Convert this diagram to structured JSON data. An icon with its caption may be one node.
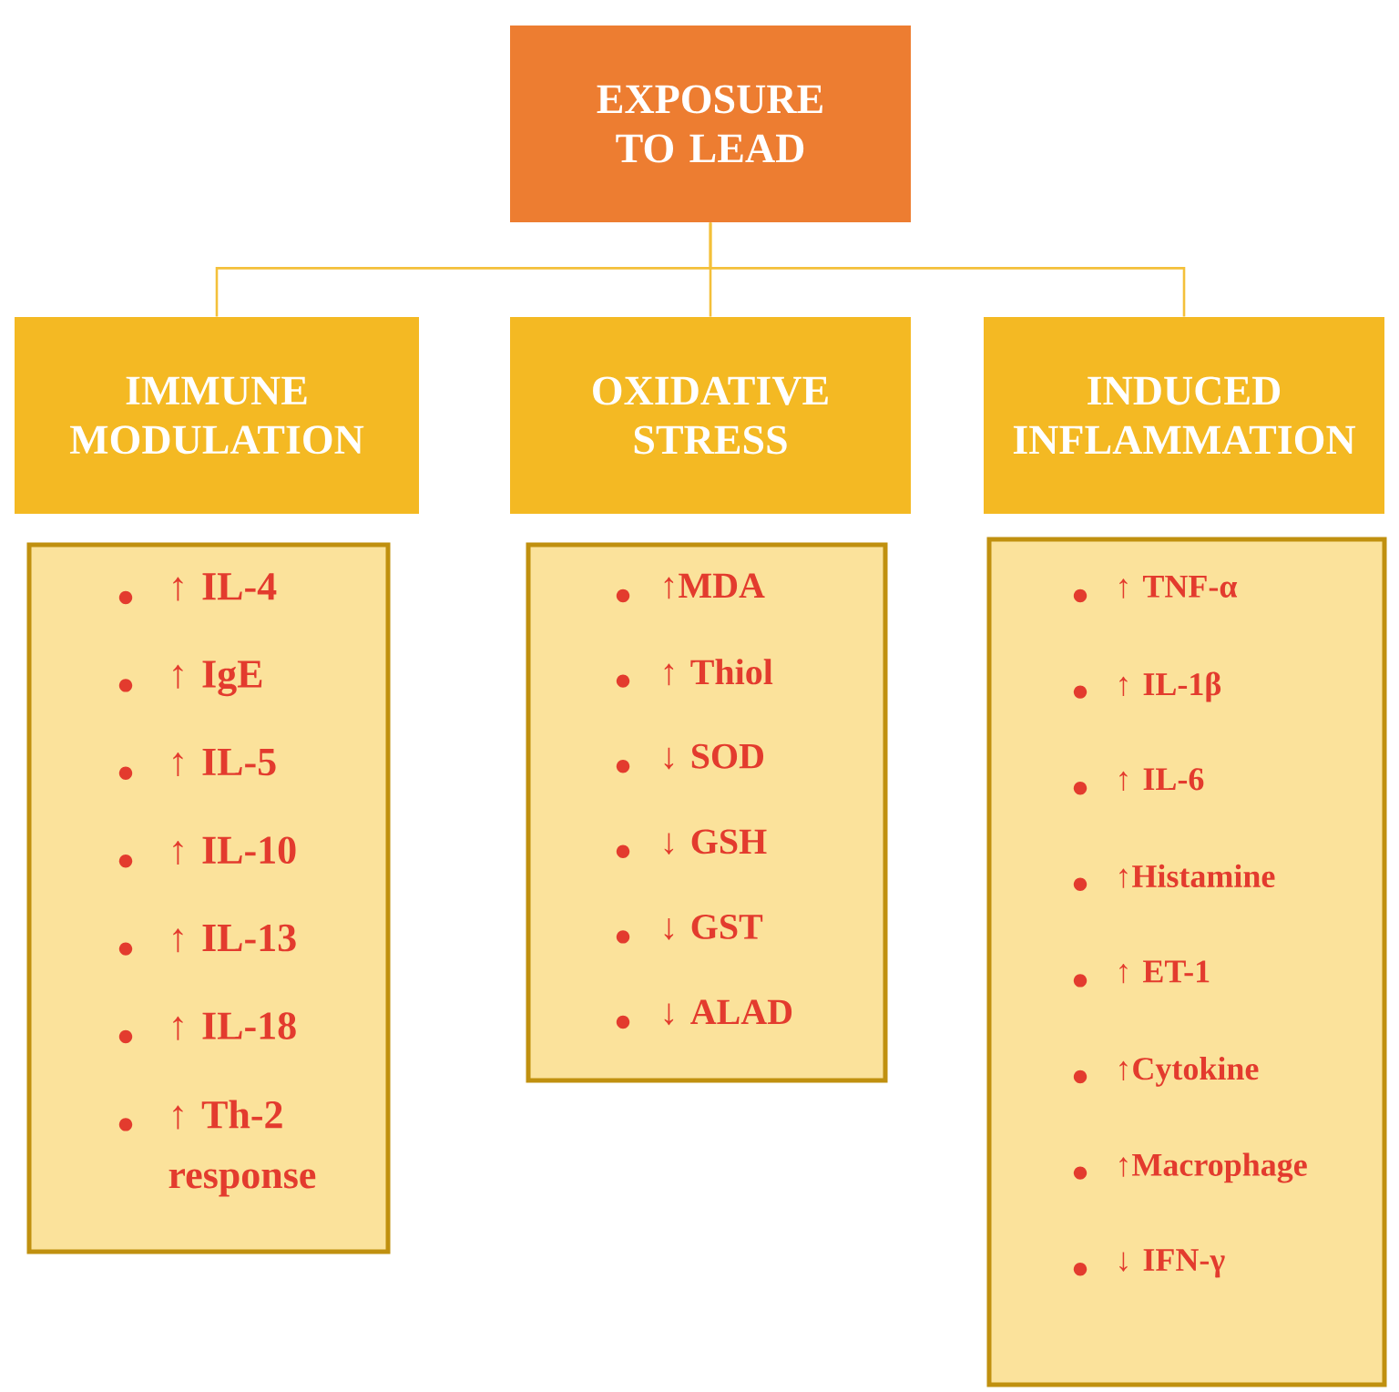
{
  "diagram": {
    "nodes": [
      {
        "text": [
          "EXPOSURE TO LEAD"
        ]
      },
      {
        "text": [
          "IMMUNE MODULATION"
        ]
      },
      {
        "text": [
          "OXIDATIVE STRESS"
        ]
      },
      {
        "text": [
          "INDUCED INFLAMMATION"
        ]
      },
      {
        "text": [
          "↑ IL-4",
          "↑ IgE",
          "↑ IL-5",
          "↑ IL-10",
          "↑ IL-13",
          "↑ IL-18",
          "↑ Th-2 response"
        ]
      },
      {
        "text": [
          "↑MDA",
          "↑ Thiol",
          "↓ SOD",
          "↓ GSH",
          "↓ GST",
          "↓ ALAD"
        ]
      },
      {
        "text": [
          "↑ TNF-α",
          "↑ IL-1β",
          "↑ IL-6",
          "↑Histamine",
          "↑ ET-1",
          "↑Cytokine",
          "↑Macrophage",
          "↓ IFN-γ"
        ]
      }
    ],
    "edges": [
      {
        "from": 0,
        "to": 1,
        "arrow": "none"
      },
      {
        "from": 0,
        "to": 2,
        "arrow": "none"
      },
      {
        "from": 0,
        "to": 3,
        "arrow": "none"
      }
    ]
  }
}
